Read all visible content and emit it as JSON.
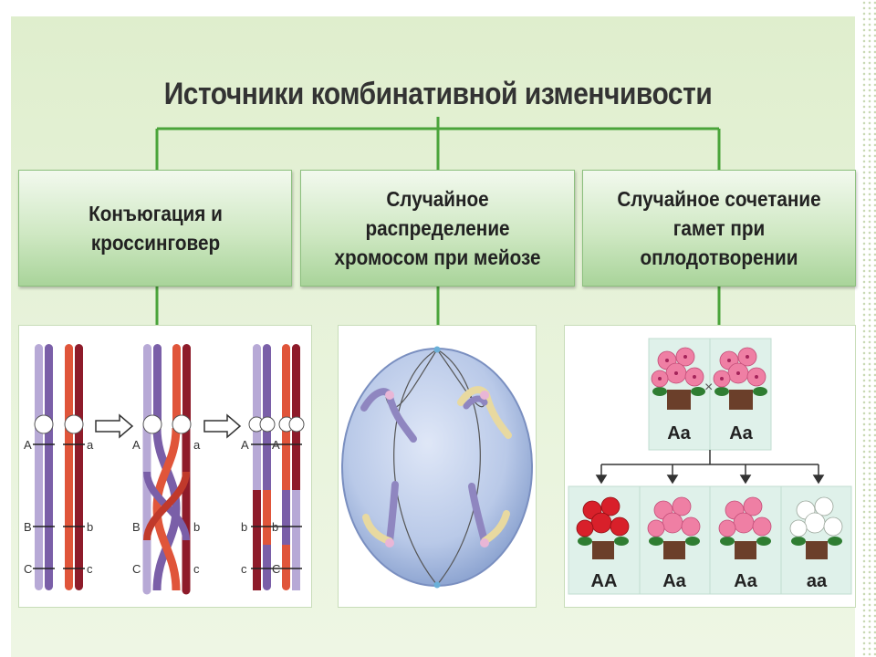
{
  "title": "Источники комбинативной изменчивости",
  "sources": [
    {
      "label": "Конъюгация и\nкроссинговер"
    },
    {
      "label": "Случайное распределение\nхромосом при мейозе"
    },
    {
      "label": "Случайное сочетание\nгамет при оплодотворении"
    }
  ],
  "crossing_over": {
    "alleles_upper": [
      "A",
      "B",
      "C"
    ],
    "alleles_lower": [
      "a",
      "b",
      "c"
    ],
    "colors": {
      "purple": "#7a5fa8",
      "light_purple": "#b7a9d6",
      "red": "#e0553a",
      "dark_red": "#8e1b2a"
    }
  },
  "meiosis": {
    "cell_color": "#b9c9e8",
    "chromosome_colors": [
      "#8f86c0",
      "#e8d9a0"
    ]
  },
  "fertilization": {
    "parents": [
      "Aa",
      "Aa"
    ],
    "cross_symbol": "×",
    "offspring": [
      "AA",
      "Aa",
      "Aa",
      "aa"
    ],
    "flower_colors": {
      "AA": "#d8202a",
      "Aa": "#ef7fa4",
      "aa": "#ffffff"
    }
  }
}
